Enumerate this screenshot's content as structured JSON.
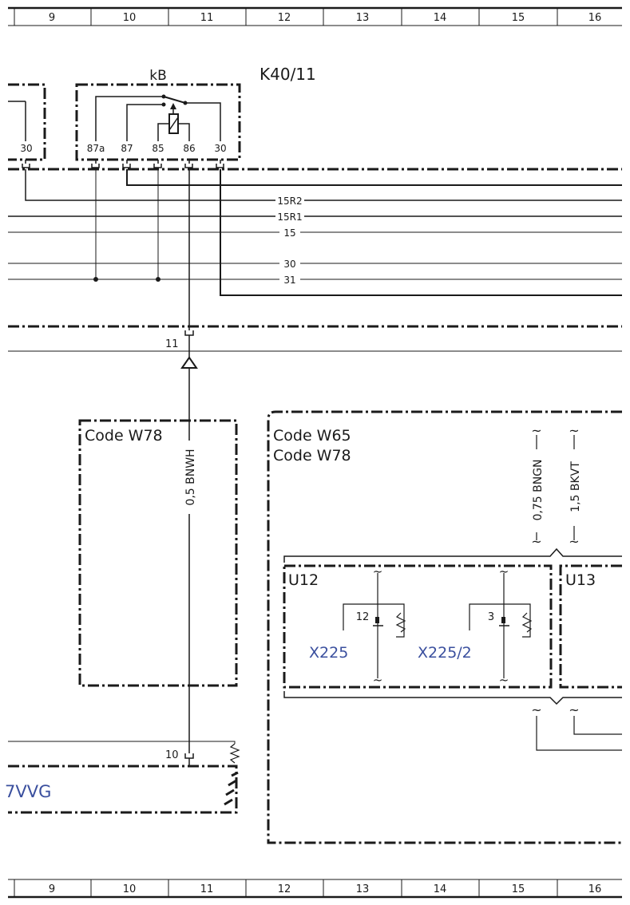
{
  "ruler": {
    "columns": [
      "9",
      "10",
      "11",
      "12",
      "13",
      "14",
      "15",
      "16"
    ]
  },
  "relay": {
    "name": "kB",
    "id": "K40/11",
    "pins": [
      "87a",
      "87",
      "85",
      "86",
      "30"
    ],
    "left_pin": "30"
  },
  "bus": {
    "lines": [
      "15R2",
      "15R1",
      "15",
      "30",
      "31"
    ],
    "connector_pin_top": "11",
    "connector_pin_bottom": "10"
  },
  "wires": {
    "center": "0,5 BNWH",
    "right1": "0,75 BNGN",
    "right2": "1,5 BKVT"
  },
  "boxes": {
    "code_w78": "Code W78",
    "code_w65": "Code W65",
    "code_w78_2": "Code W78",
    "left_component": "7VVG"
  },
  "modules": {
    "u12": "U12",
    "u13": "U13",
    "pin_12": "12",
    "pin_3": "3",
    "x225": "X225",
    "x225_2": "X225/2"
  },
  "symbols": {
    "break": "~"
  }
}
